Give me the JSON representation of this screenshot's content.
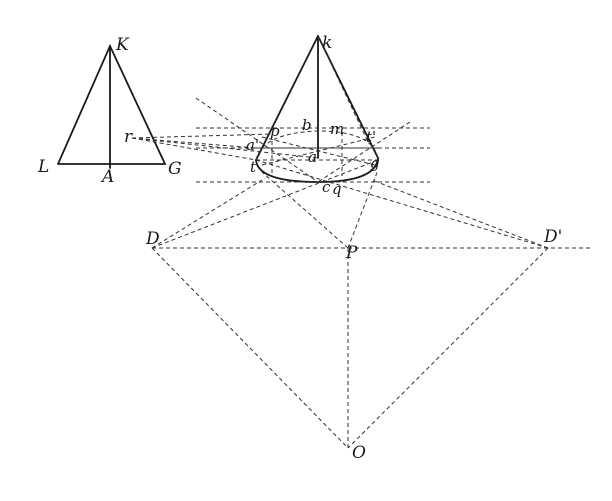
{
  "labels": {
    "K": "K",
    "L": "L",
    "A": "A",
    "G": "G",
    "r": "r",
    "k": "k",
    "p": "p",
    "b": "b",
    "m": "m",
    "t2": "t'",
    "a_prime": "a'",
    "a": "a",
    "t": "t",
    "g": "g",
    "c": "c",
    "q": "q",
    "D": "D",
    "P": "P",
    "D2": "D'",
    "O": "O"
  },
  "colors": {
    "ink": "#1a1a1a",
    "paper": "#ffffff"
  }
}
